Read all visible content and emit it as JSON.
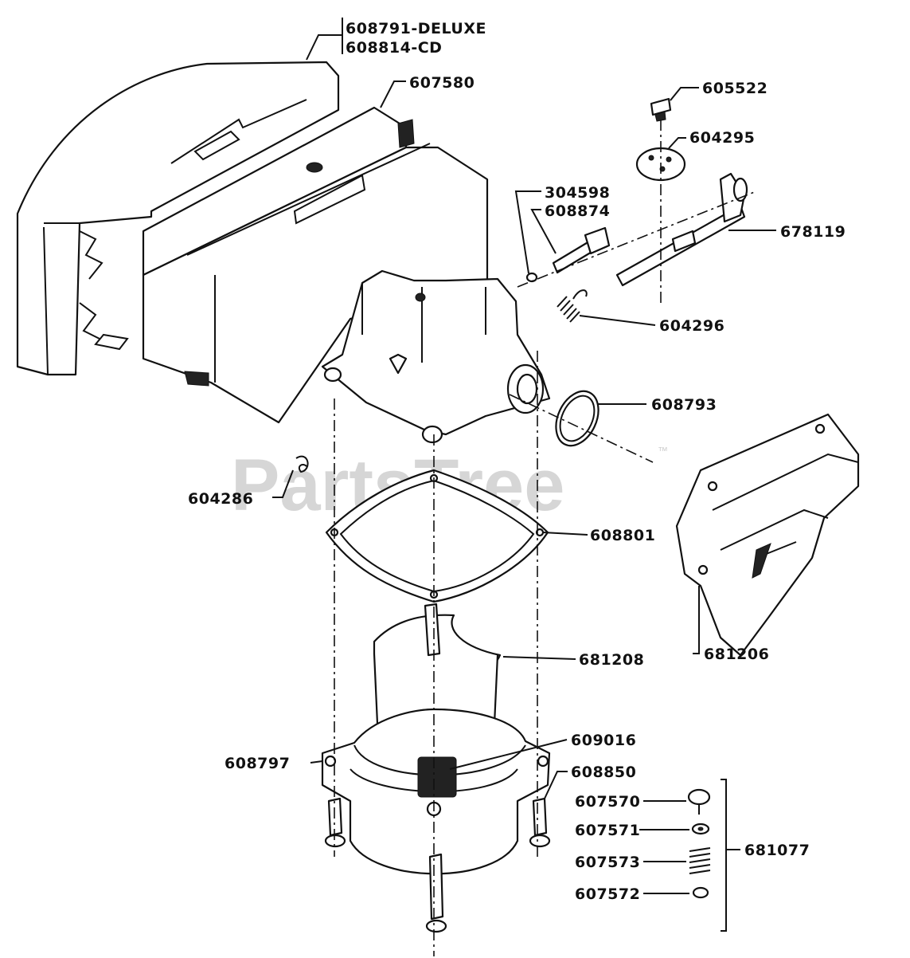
{
  "watermark": {
    "text": "PartsTree",
    "trademark": "™"
  },
  "parts": {
    "air_cleaner_cover_deluxe": "608791-DELUXE",
    "air_cleaner_cover_cd": "608814-CD",
    "filter_element": "607580",
    "screw_605522": "605522",
    "plate_604295": "604295",
    "part_304598": "304598",
    "needle_608874": "608874",
    "throttle_shaft": "678119",
    "spring_604296": "604296",
    "o_ring": "608793",
    "clip_604286": "604286",
    "gasket_608801": "608801",
    "cover_681206": "681206",
    "float_681208": "681208",
    "tube_609016": "609016",
    "fuel_bowl": "608797",
    "screw_608850": "608850",
    "check_valve": "607570",
    "seat_607571": "607571",
    "spring_607573": "607573",
    "retainer_607572": "607572",
    "kit_681077": "681077"
  }
}
